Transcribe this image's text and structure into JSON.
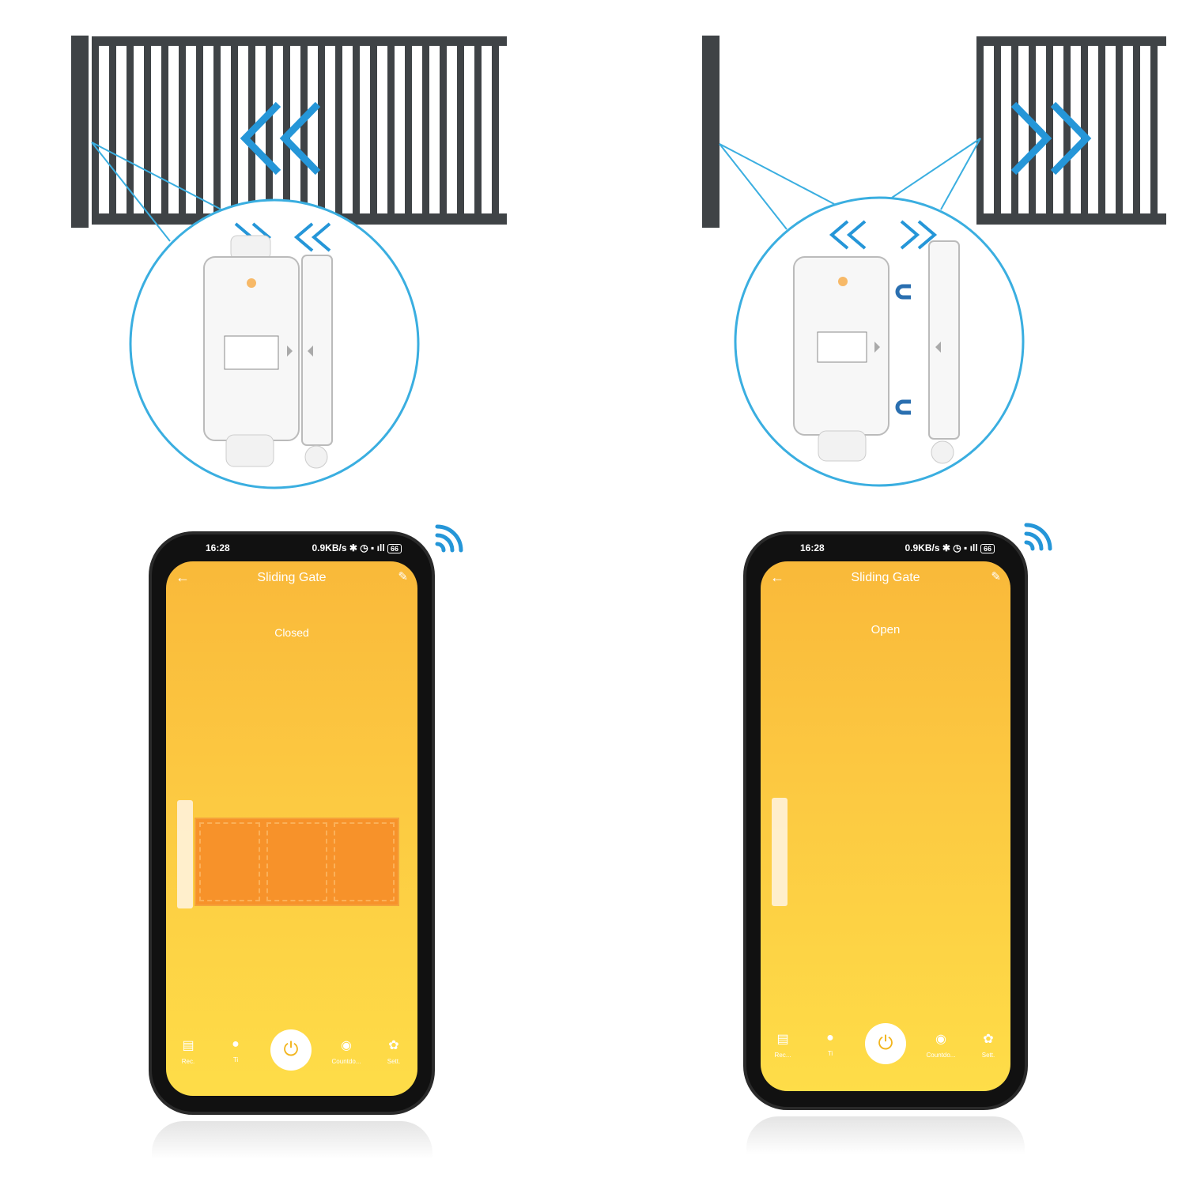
{
  "colors": {
    "accent_blue": "#2596d8",
    "gate_gray": "#3f4346",
    "screen_yellow": "#fcc841",
    "gate_orange": "#f7922a"
  },
  "phones": [
    {
      "status_bar": {
        "time": "16:28",
        "network_speed": "0.9KB/s",
        "battery": "66"
      },
      "title": "Sliding Gate",
      "state": "Closed",
      "nav": [
        {
          "label": "Rec.",
          "icon": "record-icon"
        },
        {
          "label": "Ti",
          "icon": "clock-icon"
        },
        {
          "label": "Countdo...",
          "icon": "stopwatch-icon"
        },
        {
          "label": "Sett.",
          "icon": "gear-icon"
        }
      ]
    },
    {
      "status_bar": {
        "time": "16:28",
        "network_speed": "0.9KB/s",
        "battery": "66"
      },
      "title": "Sliding Gate",
      "state": "Open",
      "nav": [
        {
          "label": "Rec...",
          "icon": "record-icon"
        },
        {
          "label": "Ti",
          "icon": "clock-icon"
        },
        {
          "label": "Countdo...",
          "icon": "stopwatch-icon"
        },
        {
          "label": "Sett.",
          "icon": "gear-icon"
        }
      ]
    }
  ]
}
